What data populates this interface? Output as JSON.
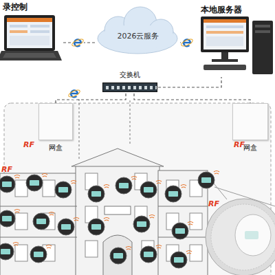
{
  "diagram": {
    "nodes": [
      {
        "text": [
          "录控制"
        ]
      },
      {
        "text": [
          "2026云服务"
        ]
      },
      {
        "text": [
          "本地服务器"
        ]
      },
      {
        "text": [
          "交换机"
        ]
      },
      {
        "text": [
          "网盒"
        ]
      },
      {
        "text": [
          "网盒"
        ]
      }
    ],
    "edges": [
      {
        "from": 0,
        "to": 1,
        "arrow": "none"
      },
      {
        "from": 1,
        "to": 2,
        "arrow": "none"
      },
      {
        "from": 3,
        "to": 2,
        "arrow": "none"
      },
      {
        "from": 3,
        "to": 4,
        "arrow": "none"
      },
      {
        "from": 3,
        "to": 5,
        "arrow": "none"
      }
    ],
    "labels": [
      "RF",
      "RF",
      "RF",
      "RF"
    ]
  }
}
